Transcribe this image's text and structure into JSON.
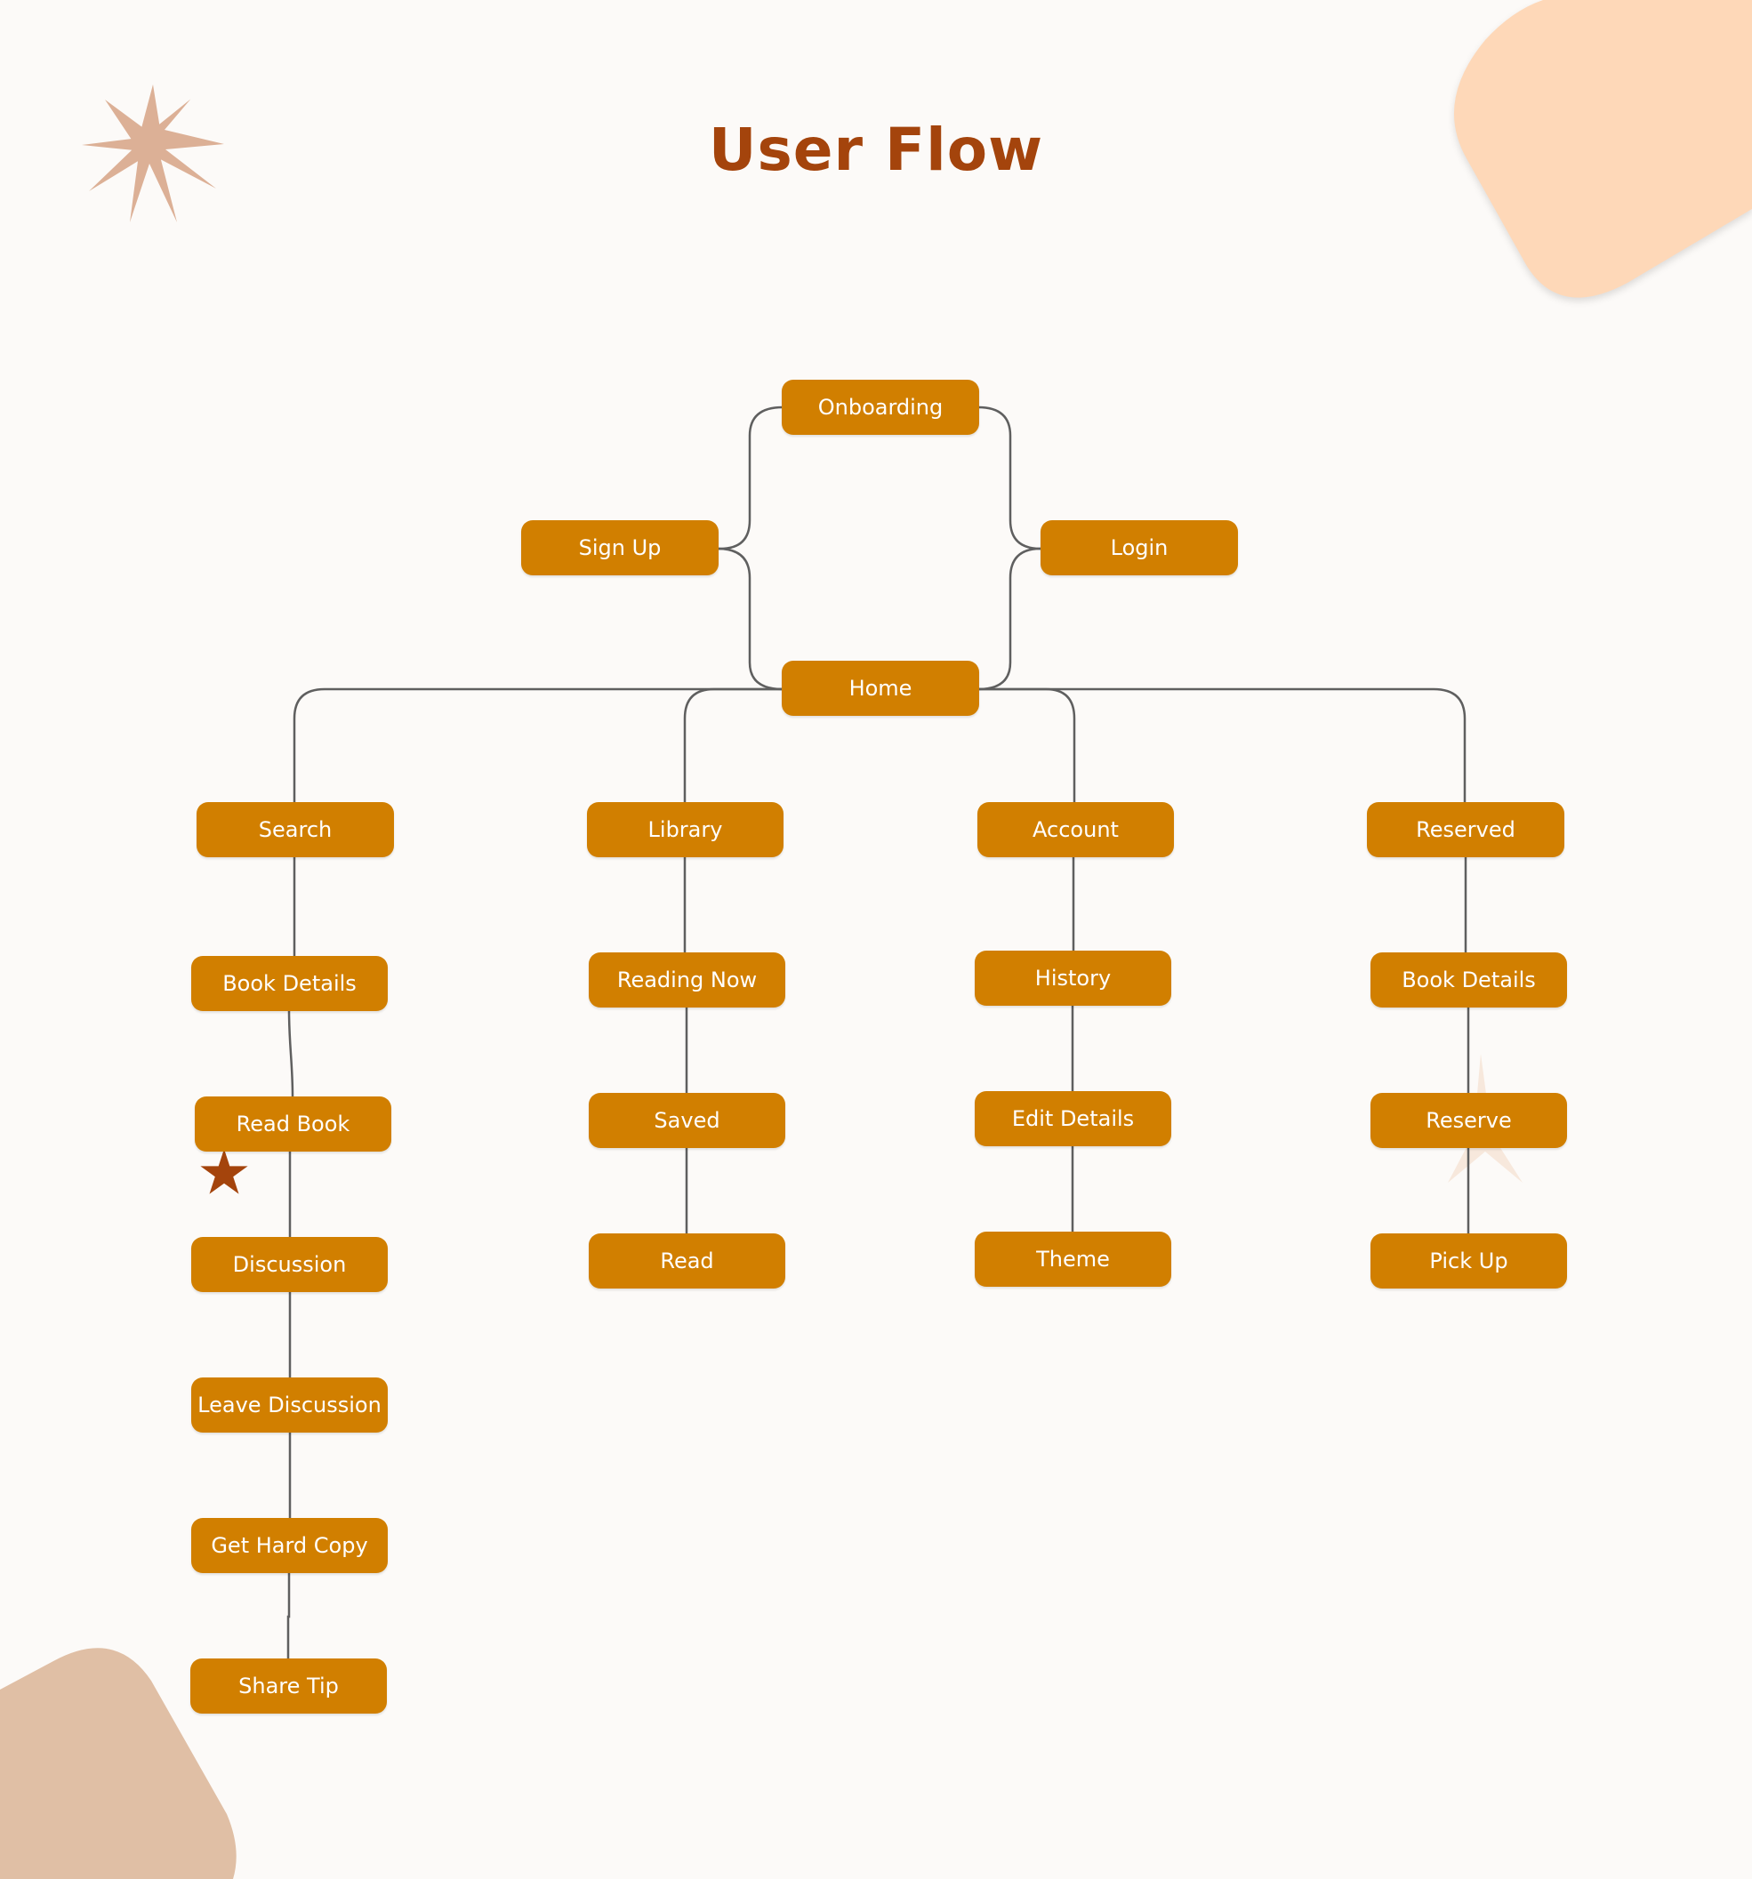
{
  "title": "User Flow",
  "colors": {
    "background": "#fcfaf8",
    "node_fill": "#d17f00",
    "node_text": "#ffffff",
    "title": "#a4440c",
    "connector": "#5f5f5f",
    "blob_top_right": "#fed8b8",
    "blob_bottom_left": "#e0bfa5",
    "star_burst": "#dcb096",
    "star_accent": "#a4440c"
  },
  "nodes": {
    "onboarding": "Onboarding",
    "sign_up": "Sign Up",
    "login": "Login",
    "home": "Home",
    "search": "Search",
    "library": "Library",
    "account": "Account",
    "reserved": "Reserved",
    "search_book_details": "Book Details",
    "read_book": "Read Book",
    "discussion": "Discussion",
    "leave_discussion": "Leave Discussion",
    "get_hard_copy": "Get Hard Copy",
    "share_tip": "Share Tip",
    "reading_now": "Reading Now",
    "saved": "Saved",
    "read": "Read",
    "history": "History",
    "edit_details": "Edit Details",
    "theme": "Theme",
    "reserved_book_details": "Book Details",
    "reserve": "Reserve",
    "pick_up": "Pick Up"
  },
  "edges": [
    [
      "onboarding",
      "sign_up"
    ],
    [
      "onboarding",
      "login"
    ],
    [
      "sign_up",
      "home"
    ],
    [
      "login",
      "home"
    ],
    [
      "home",
      "search"
    ],
    [
      "home",
      "library"
    ],
    [
      "home",
      "account"
    ],
    [
      "home",
      "reserved"
    ],
    [
      "search",
      "search_book_details"
    ],
    [
      "search_book_details",
      "read_book"
    ],
    [
      "read_book",
      "discussion"
    ],
    [
      "discussion",
      "leave_discussion"
    ],
    [
      "leave_discussion",
      "get_hard_copy"
    ],
    [
      "get_hard_copy",
      "share_tip"
    ],
    [
      "library",
      "reading_now"
    ],
    [
      "reading_now",
      "saved"
    ],
    [
      "saved",
      "read"
    ],
    [
      "account",
      "history"
    ],
    [
      "history",
      "edit_details"
    ],
    [
      "edit_details",
      "theme"
    ],
    [
      "reserved",
      "reserved_book_details"
    ],
    [
      "reserved_book_details",
      "reserve"
    ],
    [
      "reserve",
      "pick_up"
    ]
  ]
}
